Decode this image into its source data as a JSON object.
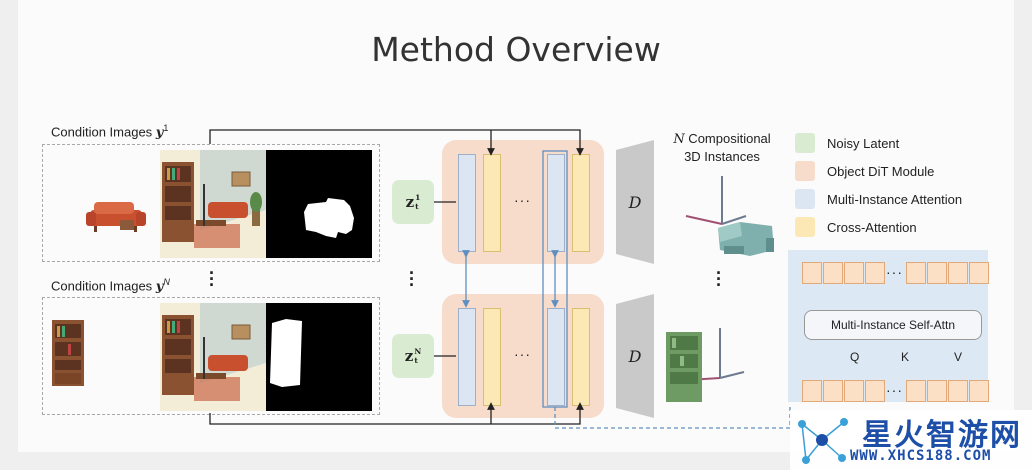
{
  "title": "Method Overview",
  "labels": {
    "cond1": "Condition Images ",
    "cond1_var": "y",
    "cond1_sup": "1",
    "condN": "Condition Images ",
    "condN_var": "y",
    "condN_sup": "N",
    "z1": "z",
    "z1_sub": "t",
    "z1_sup": "1",
    "zN": "z",
    "zN_sub": "t",
    "zN_sup": "N",
    "decoder": "D",
    "instances_line1_var": "N",
    "instances_line1": " Compositional",
    "instances_line2": "3D Instances",
    "dots": "···"
  },
  "legend": [
    {
      "label": "Noisy Latent",
      "color": "#d9ecd2"
    },
    {
      "label": "Object DiT Module",
      "color": "#f7dccb"
    },
    {
      "label": "Multi-Instance Attention",
      "color": "#dce6f3"
    },
    {
      "label": "Cross-Attention",
      "color": "#fbe8b5"
    }
  ],
  "mia": {
    "block_label": "Multi-Instance Self-Attn",
    "q": "Q",
    "k": "K",
    "v": "V",
    "dots": "···"
  },
  "watermark": {
    "text": "星火智游网",
    "url": "WWW.XHCS188.COM"
  }
}
